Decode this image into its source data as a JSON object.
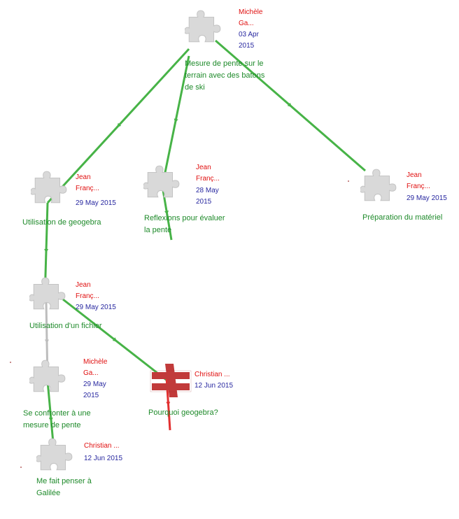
{
  "colors": {
    "edge_green": "#47b347",
    "edge_gray": "#bdbdbd",
    "edge_red": "#e23030",
    "piece_gray": "#d9d9d9",
    "piece_red": "#c13a3a",
    "author": "#e01010",
    "date": "#2828a0",
    "title": "#1e8a2a"
  },
  "nodes": {
    "mesure": {
      "author": "Michèle\nGa...",
      "date": "03 Apr\n2015",
      "title": "Mesure de pente sur le\nterrain avec des batons\nde ski",
      "kind": "puzzle-piece"
    },
    "geogebra": {
      "author": "Jean\nFranç...",
      "date": "29 May 2015",
      "title": "Utilisation de geogebra",
      "kind": "puzzle-piece"
    },
    "reflexions": {
      "author": "Jean\nFranç...",
      "date": "28 May\n2015",
      "title": "Reflexions pour évaluer\nla pente",
      "kind": "puzzle-piece"
    },
    "preparation": {
      "author": "Jean\nFranç...",
      "date": "29 May 2015",
      "title": "Préparation du matériel",
      "kind": "puzzle-piece"
    },
    "fichier": {
      "author": "Jean\nFranç...",
      "date": "29 May 2015",
      "title": "Utilisation d'un fichier",
      "kind": "puzzle-piece"
    },
    "confronter": {
      "author": "Michèle\nGa...",
      "date": "29 May\n2015",
      "title": "Se confronter à une\nmesure de pente",
      "kind": "puzzle-piece"
    },
    "pourquoi": {
      "author": "Christian ...",
      "date": "12 Jun 2015",
      "title": "Pourquoi geogebra?",
      "kind": "not-equal-piece"
    },
    "galilee": {
      "author": "Christian ...",
      "date": "12 Jun 2015",
      "title": "Me fait penser à\nGalilée",
      "kind": "puzzle-piece"
    }
  },
  "edges": [
    {
      "from": "mesure",
      "to": "geogebra",
      "kind": "green"
    },
    {
      "from": "mesure",
      "to": "reflexions",
      "kind": "green"
    },
    {
      "from": "mesure",
      "to": "preparation",
      "kind": "green"
    },
    {
      "from": "geogebra",
      "to": "fichier",
      "kind": "green"
    },
    {
      "from": "fichier",
      "to": "confronter",
      "kind": "gray"
    },
    {
      "from": "fichier",
      "to": "pourquoi",
      "kind": "green"
    },
    {
      "from": "confronter",
      "to": "galilee",
      "kind": "green"
    },
    {
      "from": "reflexions",
      "to": "reflexions-tail",
      "kind": "green"
    },
    {
      "from": "pourquoi",
      "to": "pourquoi-tail",
      "kind": "red"
    }
  ]
}
